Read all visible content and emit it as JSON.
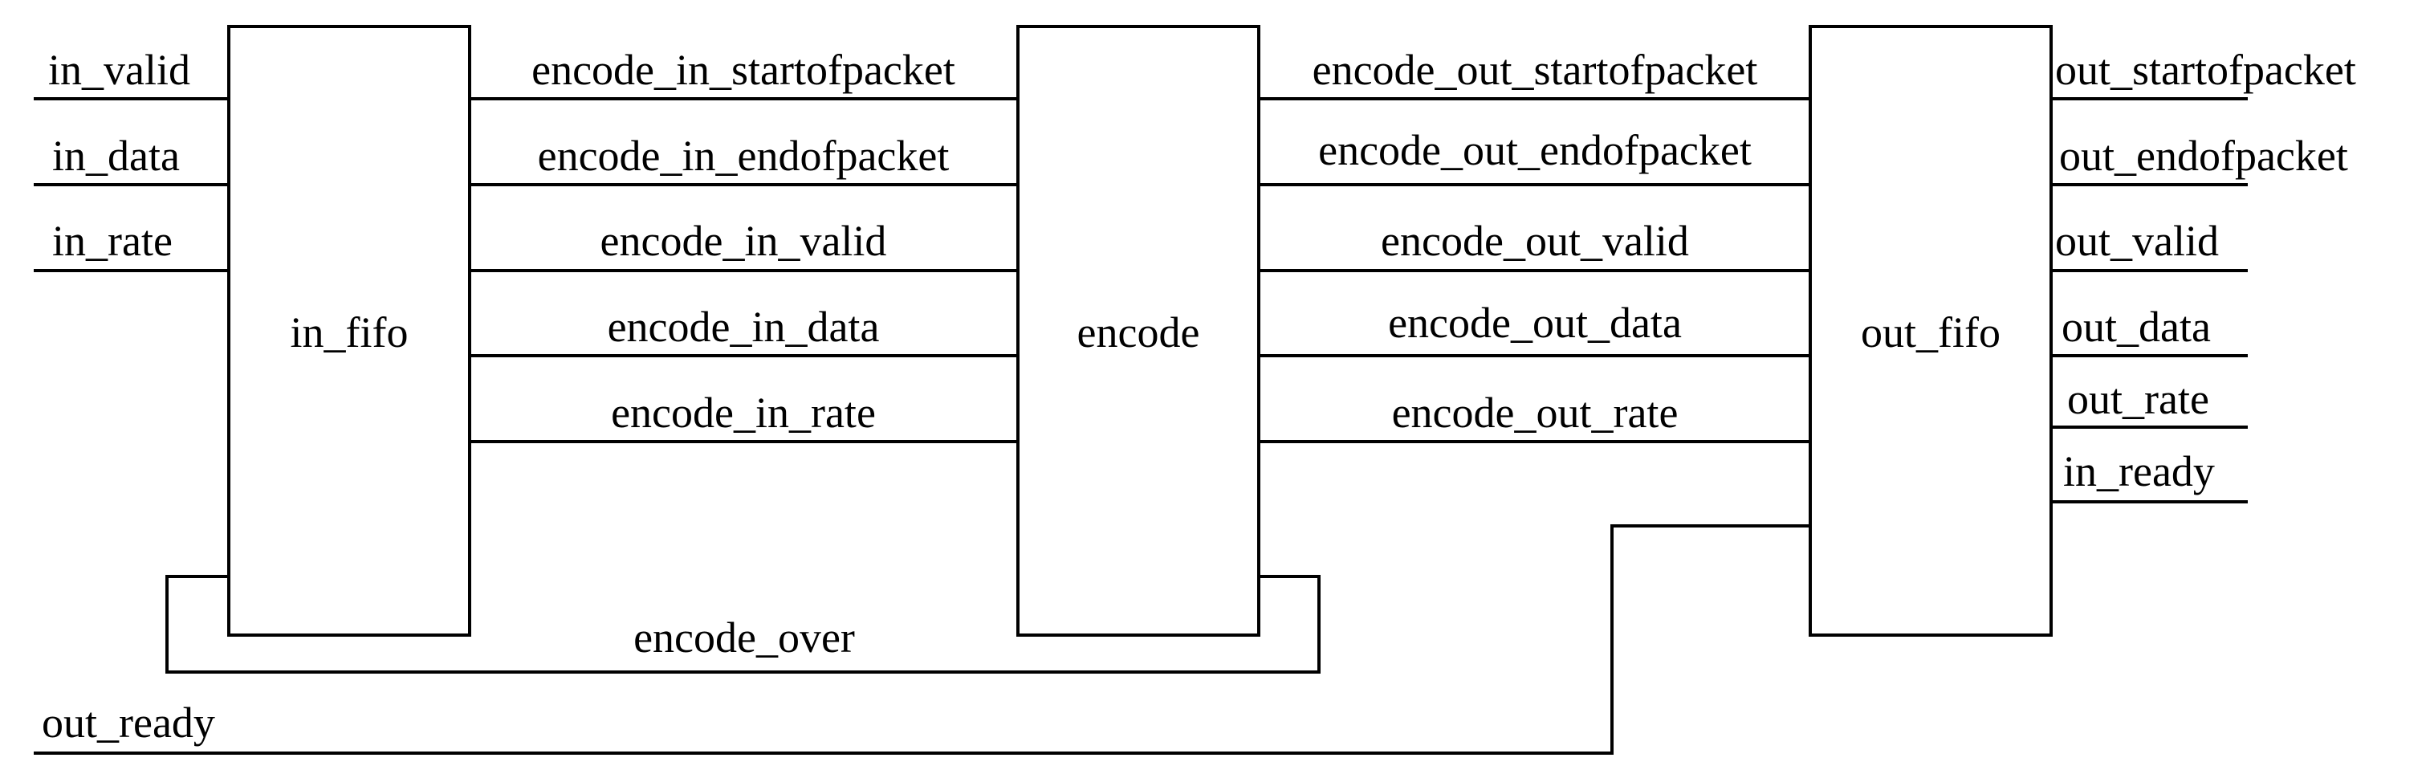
{
  "blocks": {
    "in_fifo": "in_fifo",
    "encode": "encode",
    "out_fifo": "out_fifo"
  },
  "inputs": {
    "in_valid": "in_valid",
    "in_data": "in_data",
    "in_rate": "in_rate",
    "out_ready": "out_ready"
  },
  "mid_left": [
    "encode_in_startofpacket",
    "encode_in_endofpacket",
    "encode_in_valid",
    "encode_in_data",
    "encode_in_rate"
  ],
  "mid_right": [
    "encode_out_startofpacket",
    "encode_out_endofpacket",
    "encode_out_valid",
    "encode_out_data",
    "encode_out_rate"
  ],
  "outputs": [
    "out_startofpacket",
    "out_endofpacket",
    "out_valid",
    "out_data",
    "out_rate",
    "in_ready"
  ],
  "feedback": "encode_over",
  "colors": {
    "line": "#000000",
    "background": "#ffffff"
  }
}
